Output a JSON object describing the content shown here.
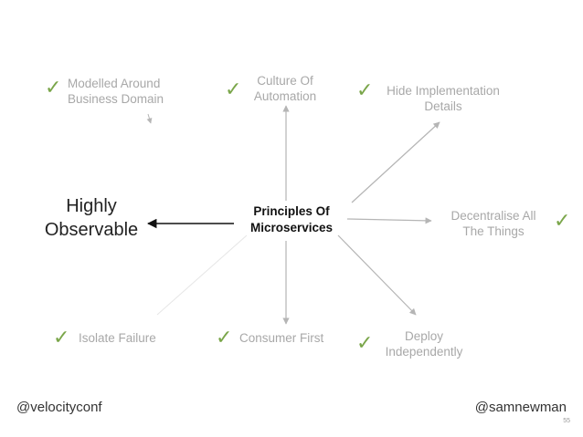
{
  "center": {
    "line1": "Principles Of",
    "line2": "Microservices"
  },
  "highlight": {
    "line1": "Highly",
    "line2": "Observable"
  },
  "principles": [
    {
      "line1": "Modelled Around",
      "line2": "Business Domain"
    },
    {
      "line1": "Culture Of",
      "line2": "Automation"
    },
    {
      "line1": "Hide Implementation",
      "line2": "Details"
    },
    {
      "line1": "Decentralise All",
      "line2": "The Things"
    },
    {
      "line1": "Deploy",
      "line2": "Independently"
    },
    {
      "line1": "Consumer First"
    },
    {
      "line1": "Isolate Failure"
    }
  ],
  "check_glyph": "✓",
  "footer": {
    "left": "@velocityconf",
    "right": "@samnewman",
    "page": "55"
  },
  "colors": {
    "check": "#7aa64a",
    "muted_text": "#a8a8a8",
    "arrow": "#b5b5b5",
    "highlight_arrow": "#111111"
  }
}
